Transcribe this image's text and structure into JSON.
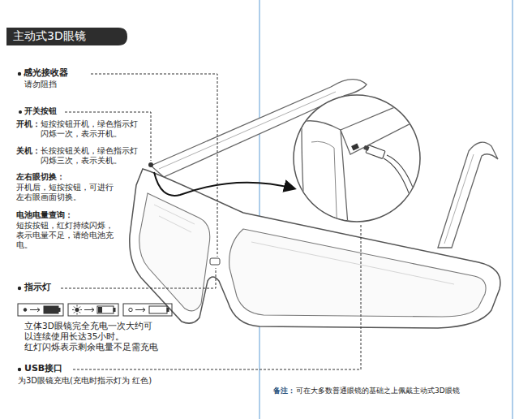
{
  "diagram": {
    "title": "主动式3D眼镜",
    "labels": [
      "感光接收器",
      "请勿阻挡",
      "开关按钮",
      "开机：",
      "短按按钮开机，绿色指示灯闪烁一次，表示开机。",
      "关机：",
      "长按按钮关机，绿色指示灯闪烁三次，表示关机。",
      "左右眼切换：",
      "开机后，短按按钮，可进行左右眼画面切换。",
      "电池电量查询：",
      "短按按钮，红灯持续闪烁，表示电量不足，请给电池充电。",
      "指示灯",
      "立体3D眼镜完全充电一次大约可以连续使用长达35小时。",
      "红灯闪烁表示剩余电量不足需充电",
      "USB接口",
      "为3D眼镜充电(充电时指示灯为 红色)",
      "备注：",
      "可在大多数普通眼镜的基础之上佩戴主动式3D眼镜"
    ]
  }
}
